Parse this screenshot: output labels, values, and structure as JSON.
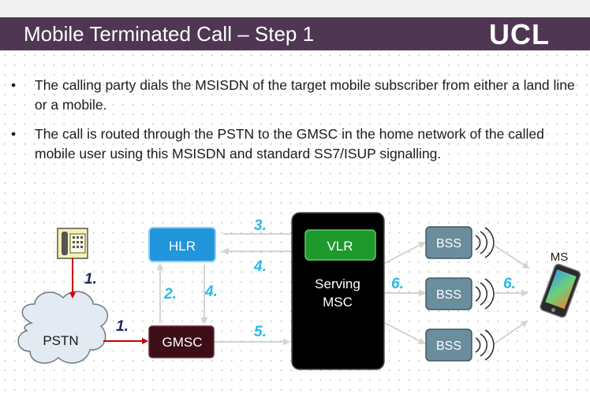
{
  "slide": {
    "title": "Mobile Terminated Call – Step 1",
    "logo": "UCL"
  },
  "bullets": [
    "The calling party dials the MSISDN of the target mobile subscriber from either a land line or a mobile.",
    "The call is routed through the PSTN to the GMSC in the home network of the called mobile user using this MSISDN and standard SS7/ISUP signalling."
  ],
  "diagram": {
    "nodes": {
      "hlr": "HLR",
      "vlr": "VLR",
      "serving_msc": [
        "Serving",
        "MSC"
      ],
      "gmsc": "GMSC",
      "pstn": "PSTN",
      "bss": [
        "BSS",
        "BSS",
        "BSS"
      ],
      "ms": "MS"
    },
    "step_labels": {
      "phone_to_pstn": "1.",
      "pstn_to_gmsc": "1.",
      "gmsc_to_hlr": "2.",
      "hlr_to_gmsc": "4.",
      "hlr_to_vlr": "3.",
      "vlr_to_hlr": "4.",
      "gmsc_to_msc": "5.",
      "msc_to_bss": "6.",
      "bss_to_ms": "6."
    },
    "colors": {
      "title_bar": "#4f3753",
      "hlr": "#2196dc",
      "vlr": "#1e9a2c",
      "msc": "#000000",
      "gmsc": "#3d0e17",
      "bss": "#6b8d9c",
      "step_cyan": "#2ab8e8",
      "step_navy": "#1f2860",
      "red_arrow": "#cc0000"
    }
  }
}
